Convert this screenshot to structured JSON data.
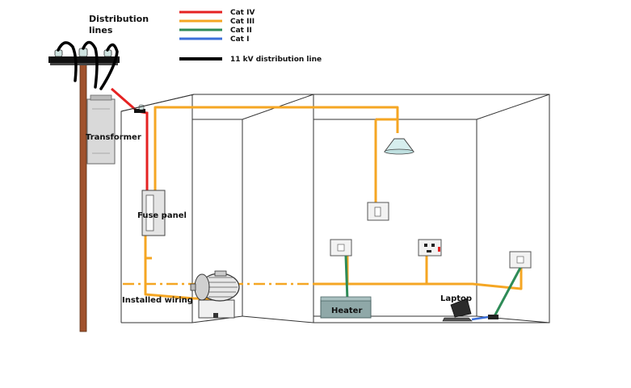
{
  "labels": {
    "distribution_line1": "Distribution",
    "distribution_line2": "lines",
    "transformer": "Transformer",
    "fuse_panel": "Fuse panel",
    "installed_wiring": "Installed wiring",
    "heater": "Heater",
    "laptop": "Laptop"
  },
  "legend": [
    {
      "label": "Cat IV",
      "color": "#e52222"
    },
    {
      "label": "Cat III",
      "color": "#f5a623"
    },
    {
      "label": "Cat II",
      "color": "#2e8b57"
    },
    {
      "label": "Cat I",
      "color": "#3b6fd8"
    },
    {
      "label": "11 kV distribution line",
      "color": "#000000"
    }
  ],
  "colors": {
    "cat_iv": "#e52222",
    "cat_iii": "#f5a623",
    "cat_ii": "#2e8b57",
    "cat_i": "#3b6fd8",
    "pole": "#a0522d",
    "heater": "#8fa8a8"
  }
}
